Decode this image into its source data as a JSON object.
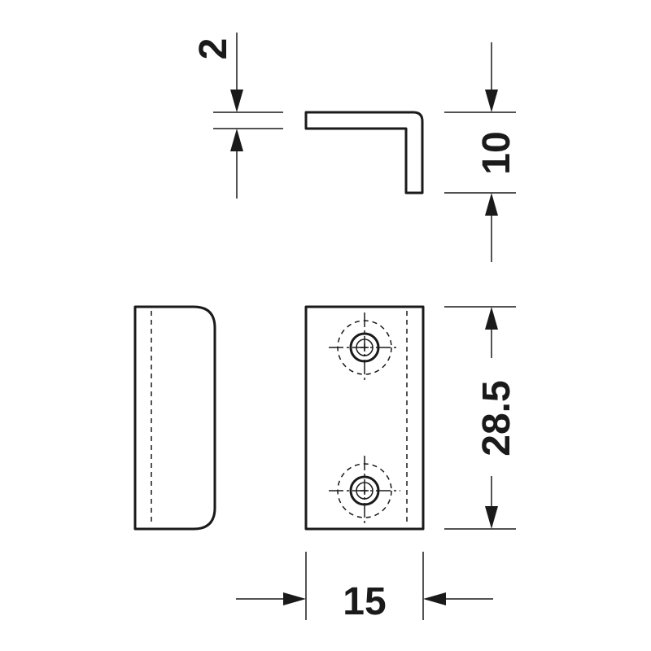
{
  "dimensions": {
    "thickness": "2",
    "height": "10",
    "length": "28.5",
    "width": "15"
  },
  "colors": {
    "line": "#1a1a1a",
    "background": "#ffffff"
  }
}
